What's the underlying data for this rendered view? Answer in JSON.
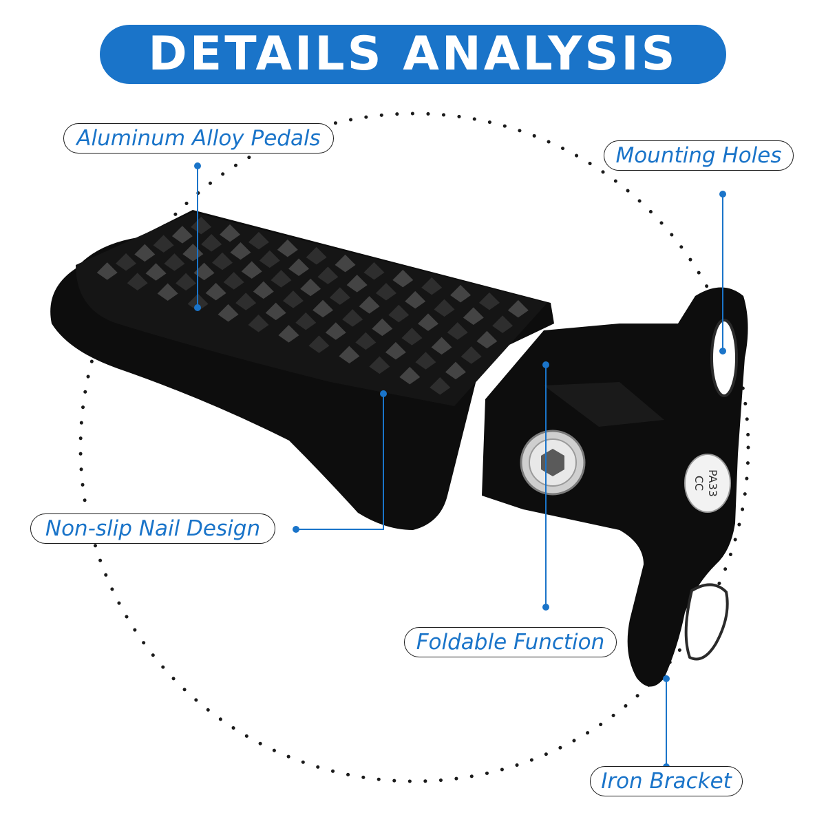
{
  "title": "DETAILS ANALYSIS",
  "colors": {
    "accent": "#1a74c9",
    "product": "#0d0d0d",
    "dots": "#1b1b1b"
  },
  "labels": {
    "aluminum": "Aluminum Alloy Pedals",
    "mounting": "Mounting Holes",
    "nonslip": "Non-slip Nail Design",
    "foldable": "Foldable Function",
    "iron": "Iron Bracket"
  },
  "product": {
    "sticker_text": "PA33 CC"
  }
}
